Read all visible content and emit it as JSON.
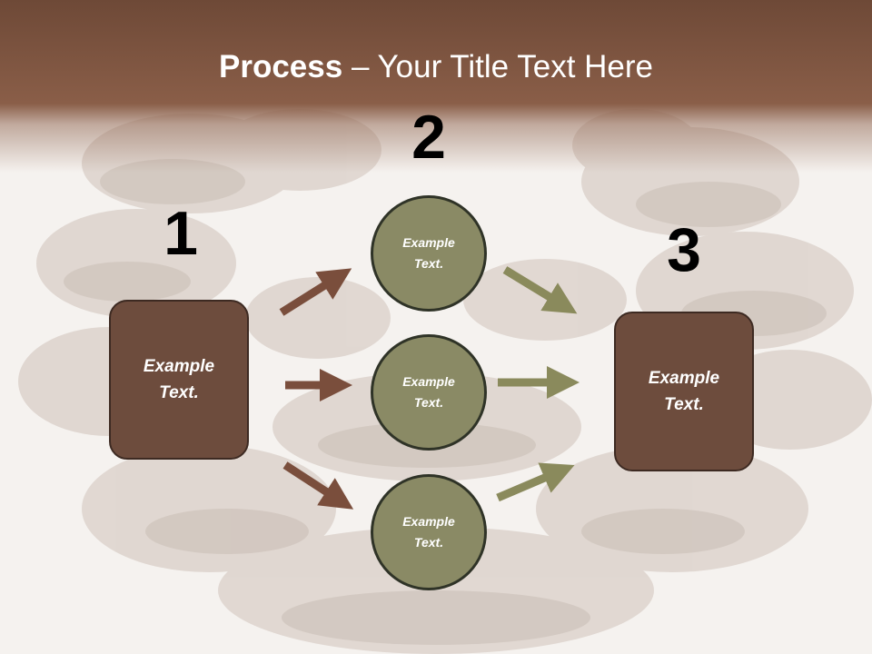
{
  "title": {
    "bold": "Process",
    "rest": " – Your Title Text Here"
  },
  "steps": [
    {
      "number": "1",
      "text": "Example\nText."
    },
    {
      "number": "2"
    },
    {
      "number": "3",
      "text": "Example\nText."
    }
  ],
  "middle": [
    {
      "text": "Example\nText."
    },
    {
      "text": "Example\nText."
    },
    {
      "text": "Example\nText."
    }
  ],
  "colors": {
    "header": "#6e4937",
    "box_fill": "#6d4c3d",
    "circle_fill": "#8a8a65",
    "arrow_brown": "#7a4e3c",
    "arrow_olive": "#8a8a5c"
  }
}
